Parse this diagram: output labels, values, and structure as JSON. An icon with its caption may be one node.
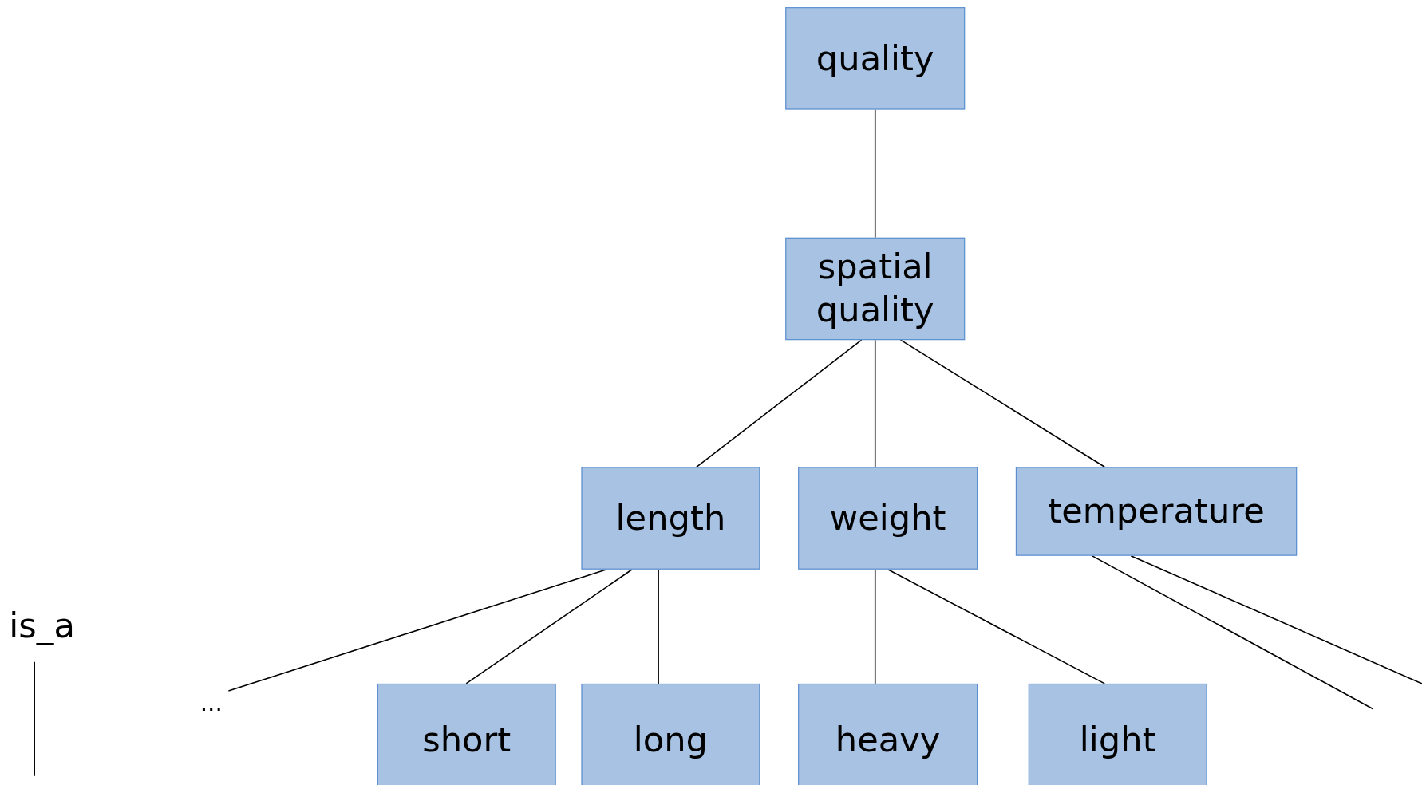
{
  "diagram": {
    "nodes": [
      {
        "text": [
          "quality"
        ]
      },
      {
        "text": [
          "spatial quality"
        ]
      },
      {
        "text": [
          "length"
        ]
      },
      {
        "text": [
          "weight"
        ]
      },
      {
        "text": [
          "temperature"
        ]
      },
      {
        "text": [
          "..."
        ]
      },
      {
        "text": [
          "short"
        ]
      },
      {
        "text": [
          "long"
        ]
      },
      {
        "text": [
          "heavy"
        ]
      },
      {
        "text": [
          "light"
        ]
      }
    ],
    "edges": [
      {
        "from": 0,
        "to": 1,
        "arrow": "none"
      },
      {
        "from": 1,
        "to": 2,
        "arrow": "none"
      },
      {
        "from": 1,
        "to": 3,
        "arrow": "none"
      },
      {
        "from": 1,
        "to": 4,
        "arrow": "none"
      },
      {
        "from": 2,
        "to": 5,
        "arrow": "none"
      },
      {
        "from": 2,
        "to": 6,
        "arrow": "none"
      },
      {
        "from": 2,
        "to": 7,
        "arrow": "none"
      },
      {
        "from": 3,
        "to": 8,
        "arrow": "none"
      },
      {
        "from": 3,
        "to": 9,
        "arrow": "none"
      },
      {
        "from": 4,
        "to": null,
        "arrow": "none"
      },
      {
        "from": 4,
        "to": null,
        "arrow": "none"
      }
    ],
    "legend": [
      {
        "text": "is_a"
      }
    ]
  }
}
